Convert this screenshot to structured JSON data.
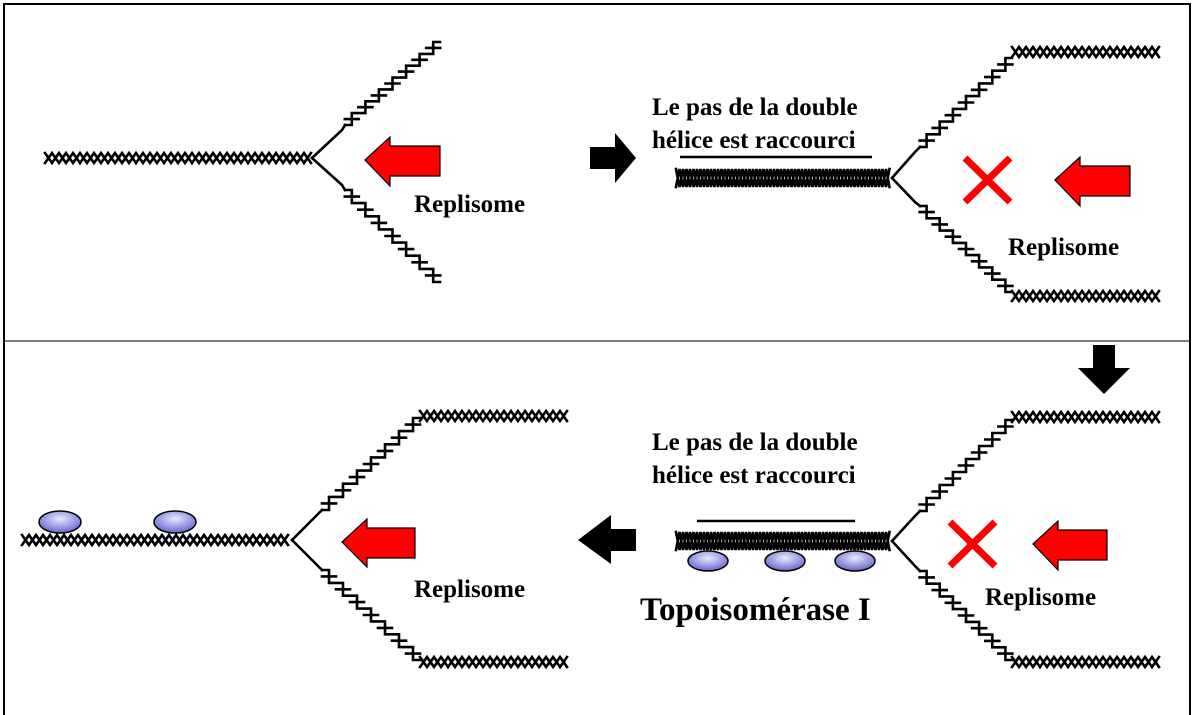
{
  "labels": {
    "replisome": "Replisome",
    "pitch_line1": "Le pas de la double",
    "pitch_line2": "hélice est raccourci",
    "topoisomerase": "Topoisomérase I"
  },
  "colors": {
    "red_arrow": "#ff0000",
    "red_cross": "#ff0000",
    "enzyme_fill": "#7b7bd6",
    "enzyme_highlight": "#e8e8ff",
    "ink": "#000000"
  },
  "icons": {
    "replisome_arrow": "red-left-arrow-icon",
    "blocked_mark": "red-x-icon",
    "step_arrow": "black-block-arrow-icon",
    "enzyme": "blue-ellipse-icon"
  }
}
